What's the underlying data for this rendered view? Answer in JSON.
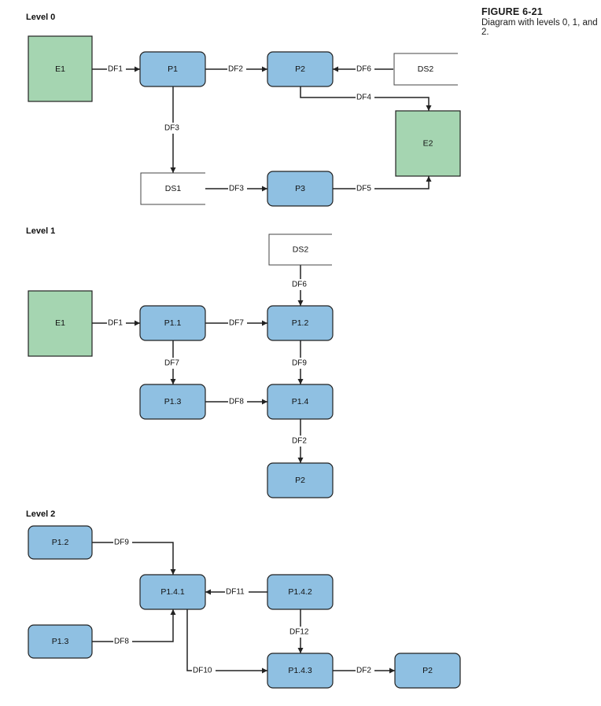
{
  "figure": {
    "number": "FIGURE 6-21",
    "caption": "Diagram with levels 0, 1, and 2."
  },
  "levels": {
    "level0": "Level 0",
    "level1": "Level 1",
    "level2": "Level 2"
  },
  "colors": {
    "process_fill": "#8fc0e2",
    "entity_fill": "#a5d5b1",
    "stroke": "#222222"
  },
  "level0": {
    "E1": "E1",
    "P1": "P1",
    "P2": "P2",
    "P3": "P3",
    "E2": "E2",
    "DS1": "DS1",
    "DS2": "DS2",
    "df1": "DF1",
    "df2": "DF2",
    "df6": "DF6",
    "df4": "DF4",
    "df3a": "DF3",
    "df3b": "DF3",
    "df5": "DF5"
  },
  "level1": {
    "E1": "E1",
    "P1_1": "P1.1",
    "P1_2": "P1.2",
    "P1_3": "P1.3",
    "P1_4": "P1.4",
    "P2": "P2",
    "DS2": "DS2",
    "df1": "DF1",
    "df7a": "DF7",
    "df7b": "DF7",
    "df6": "DF6",
    "df9": "DF9",
    "df8": "DF8",
    "df2": "DF2"
  },
  "level2": {
    "P1_2": "P1.2",
    "P1_3": "P1.3",
    "P1_4_1": "P1.4.1",
    "P1_4_2": "P1.4.2",
    "P1_4_3": "P1.4.3",
    "P2": "P2",
    "df9": "DF9",
    "df8": "DF8",
    "df11": "DF11",
    "df12": "DF12",
    "df10": "DF10",
    "df2": "DF2"
  }
}
